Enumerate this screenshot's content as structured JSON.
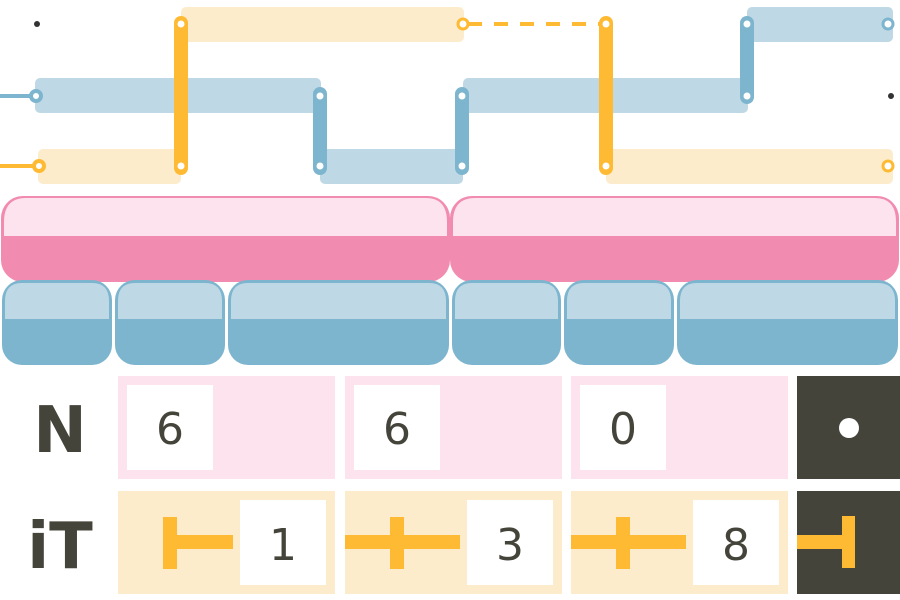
{
  "rows": {
    "n_label": "N",
    "it_label": "iT"
  },
  "n_values": [
    "6",
    "6",
    "0"
  ],
  "it_values": [
    "1",
    "3",
    "8"
  ],
  "colors": {
    "orange": "#ffba33",
    "orange_light": "#fdeccc",
    "blue": "#7db5cf",
    "blue_light": "#bed9e5",
    "pink": "#f28bb0",
    "pink_light": "#fde3ed",
    "dark": "#45443a"
  }
}
